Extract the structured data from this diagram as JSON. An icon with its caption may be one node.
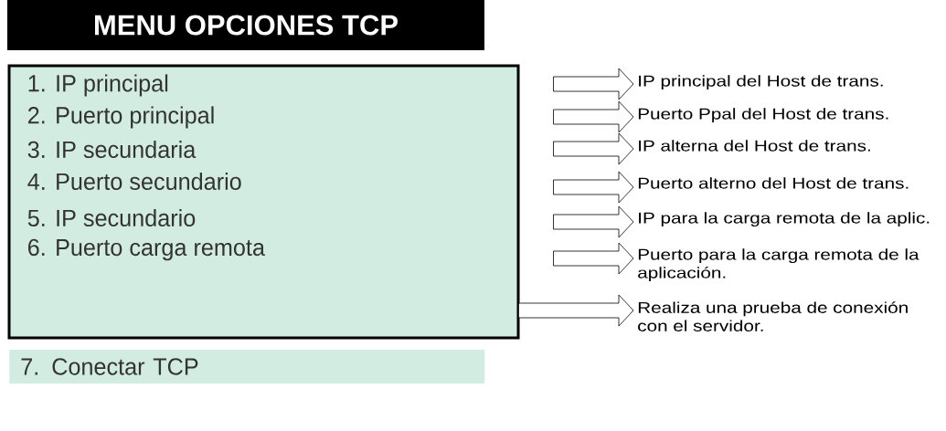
{
  "diagram": {
    "nodes": [
      {
        "text": [
          "MENU OPCIONES TCP"
        ]
      },
      {
        "text": [],
        "shape": "box"
      },
      {
        "text": [
          "1. IP principal"
        ],
        "in": 1
      },
      {
        "text": [
          "2. Puerto principal"
        ],
        "in": 1
      },
      {
        "text": [
          "3. IP secundaria"
        ],
        "in": 1
      },
      {
        "text": [
          "4. Puerto secundario"
        ],
        "in": 1
      },
      {
        "text": [
          "5. IP secundario"
        ],
        "in": 1
      },
      {
        "text": [
          "6. Puerto carga remota"
        ],
        "in": 1
      },
      {
        "text": [
          "7. Conectar TCP"
        ]
      },
      {
        "text": [
          "IP principal del Host de trans."
        ]
      },
      {
        "text": [
          "Puerto Ppal del Host de trans."
        ]
      },
      {
        "text": [
          "IP alterna del Host de trans."
        ]
      },
      {
        "text": [
          "Puerto alterno del Host de trans."
        ]
      },
      {
        "text": [
          "IP para la carga remota de la aplic."
        ]
      },
      {
        "text": [
          "Puerto para la carga remota de la aplicación."
        ]
      },
      {
        "text": [
          "Realiza una prueba de conexión con el servidor."
        ]
      }
    ],
    "edges": [
      {
        "from": 1,
        "to": 9,
        "arrow": "to"
      },
      {
        "from": 1,
        "to": 10,
        "arrow": "to"
      },
      {
        "from": 1,
        "to": 11,
        "arrow": "to"
      },
      {
        "from": 1,
        "to": 12,
        "arrow": "to"
      },
      {
        "from": 1,
        "to": 13,
        "arrow": "to"
      },
      {
        "from": 1,
        "to": 14,
        "arrow": "to"
      },
      {
        "from": 8,
        "to": 15,
        "arrow": "to"
      }
    ]
  }
}
